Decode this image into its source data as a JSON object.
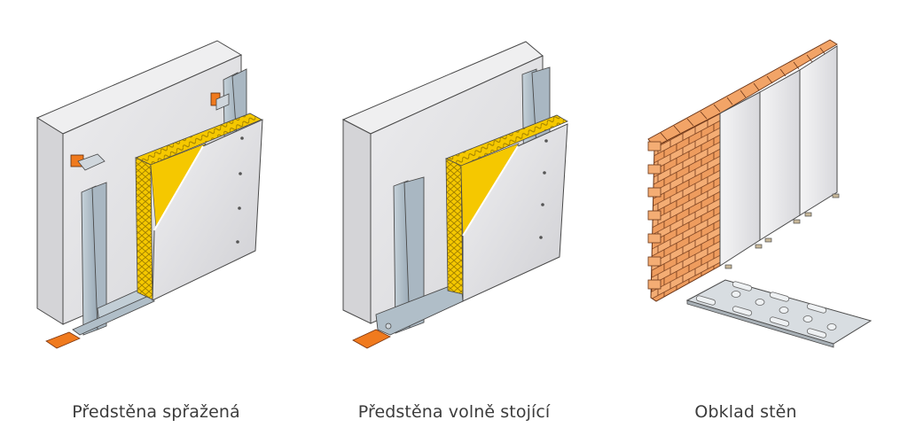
{
  "figures": [
    {
      "caption": "Předstěna spřažená",
      "variant": "coupled-furring-wall",
      "components": [
        "masonry-wall",
        "cw-profile",
        "ud-profile",
        "anchor-bracket",
        "mineral-wool-insulation",
        "plasterboard",
        "sealing-strip"
      ]
    },
    {
      "caption": "Předstěna volně stojící",
      "variant": "freestanding-furring-wall",
      "components": [
        "masonry-wall",
        "cw-profile",
        "ud-profile",
        "mineral-wool-insulation",
        "plasterboard",
        "sealing-strip"
      ]
    },
    {
      "caption": "Obklad stěn",
      "variant": "wall-lining",
      "components": [
        "brick-wall",
        "plasterboard-panels",
        "adhesive-dabs",
        "perforated-metal-strip"
      ]
    }
  ],
  "colors": {
    "wall": "#e4e4e6",
    "wall_top": "#eeeeef",
    "wall_side": "#d2d2d4",
    "insulation": "#f5c800",
    "insulation_hatch": "#b08a00",
    "board": "#dcdcde",
    "profile": "#b4c2cc",
    "sealing_strip": "#f07a1e",
    "brick": "#f2a467",
    "brick_dark": "#d9804a",
    "outline": "#4a4a4a",
    "caption_text": "#3c3c3c"
  }
}
